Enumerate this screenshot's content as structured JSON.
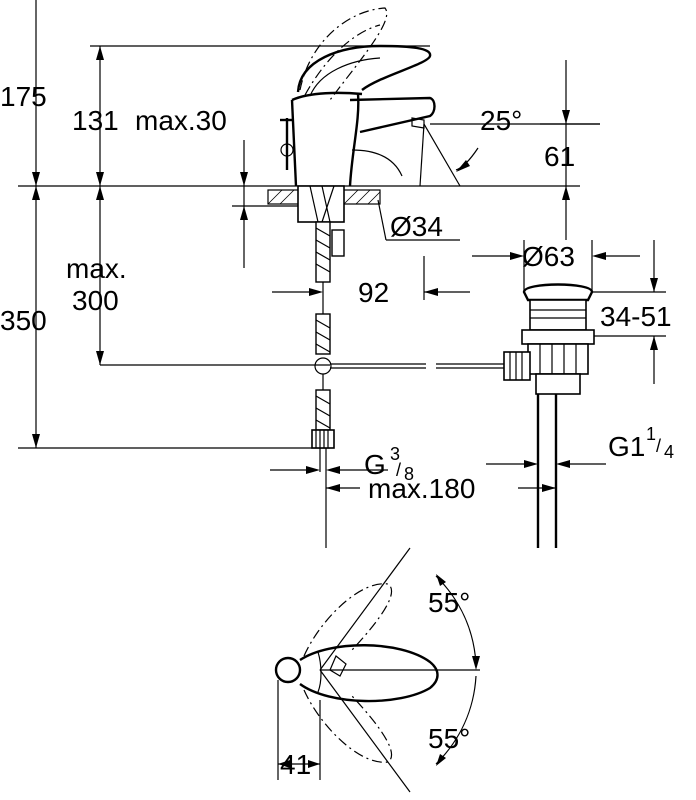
{
  "dimensions": {
    "h175": "175",
    "h131": "131",
    "max30": "max.30",
    "angle25": "25°",
    "h61": "61",
    "dia34": "Ø34",
    "max_label": "max.",
    "h300": "300",
    "h350": "350",
    "d92": "92",
    "dia63": "Ø63",
    "range3451": "34-51",
    "g38_main": "G",
    "g38_num": "3",
    "g38_den": "8",
    "g114_main": "G1",
    "g114_num": "1",
    "g114_den": "4",
    "max180": "max.180",
    "angle55_top": "55°",
    "angle55_bottom": "55°",
    "d41": "41"
  }
}
